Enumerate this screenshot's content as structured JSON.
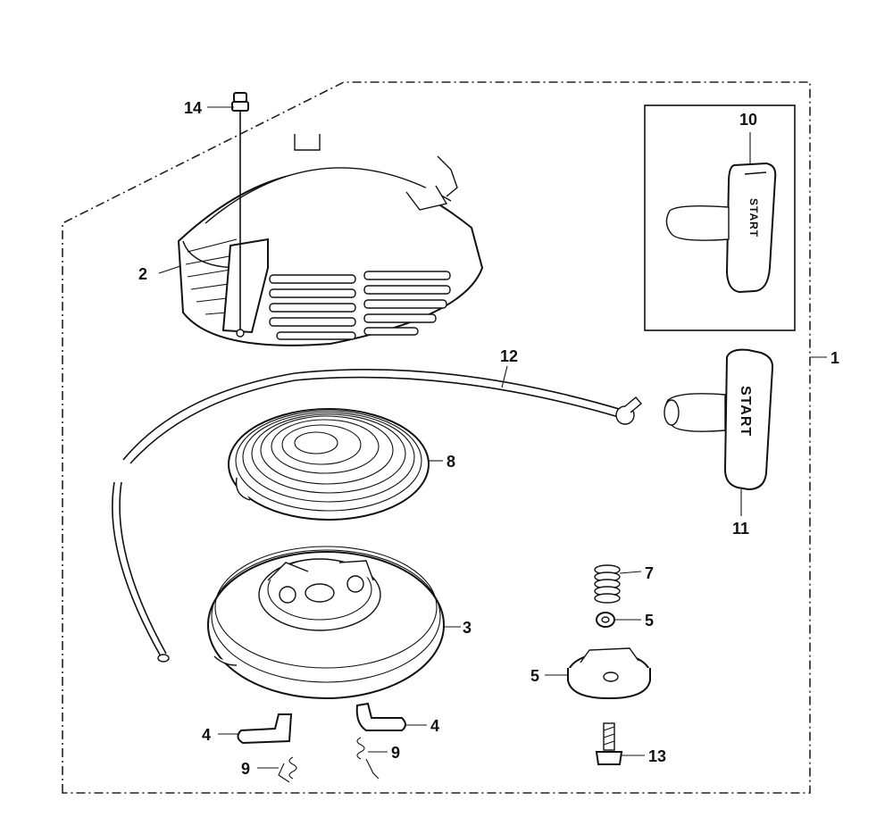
{
  "diagram": {
    "type": "exploded-parts-view",
    "callouts": [
      {
        "id": "c14",
        "number": "14"
      },
      {
        "id": "c2",
        "number": "2"
      },
      {
        "id": "c10",
        "number": "10"
      },
      {
        "id": "c1",
        "number": "1"
      },
      {
        "id": "c12",
        "number": "12"
      },
      {
        "id": "c8",
        "number": "8"
      },
      {
        "id": "c11",
        "number": "11"
      },
      {
        "id": "c7",
        "number": "7"
      },
      {
        "id": "c5a",
        "number": "5"
      },
      {
        "id": "c3",
        "number": "3"
      },
      {
        "id": "c5b",
        "number": "5"
      },
      {
        "id": "c4a",
        "number": "4"
      },
      {
        "id": "c4b",
        "number": "4"
      },
      {
        "id": "c9a",
        "number": "9"
      },
      {
        "id": "c9b",
        "number": "9"
      },
      {
        "id": "c13",
        "number": "13"
      }
    ],
    "handle_text_inset": "START",
    "handle_text_main": "START"
  }
}
